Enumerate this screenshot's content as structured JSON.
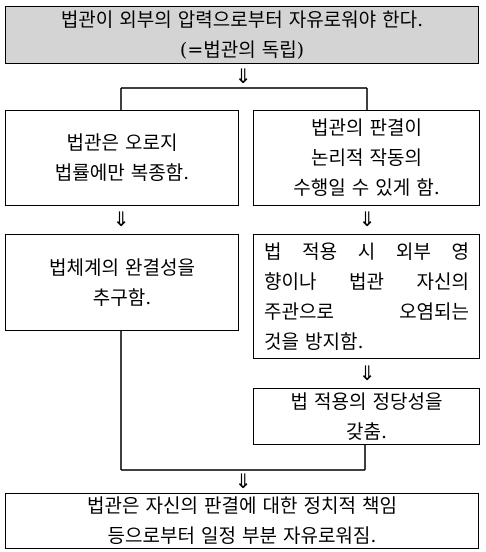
{
  "arrow_glyph": "⇓",
  "top_box": {
    "lines": [
      "법관이 외부의 압력으로부터 자유로워야 한다.",
      "(=법관의 독립)"
    ],
    "fill": "#d4d4d4"
  },
  "left_box_1": {
    "lines": [
      "법관은 오로지",
      "법률에만 복종함."
    ]
  },
  "right_box_1": {
    "lines": [
      "법관의 판결이",
      "논리적 작동의",
      "수행일 수 있게 함."
    ]
  },
  "left_box_2": {
    "lines": [
      "법체계의 완결성을",
      "추구함."
    ]
  },
  "right_box_2": {
    "lines": [
      "법 적용 시 외부 영",
      "향이나 법관 자신의",
      "주관으로 오염되는",
      "것을 방지함."
    ]
  },
  "right_box_3": {
    "lines": [
      "법 적용의 정당성을",
      "갖춤."
    ]
  },
  "bottom_box": {
    "lines": [
      "법관은 자신의 판결에 대한 정치적 책임",
      "등으로부터 일정 부분 자유로워짐."
    ]
  }
}
